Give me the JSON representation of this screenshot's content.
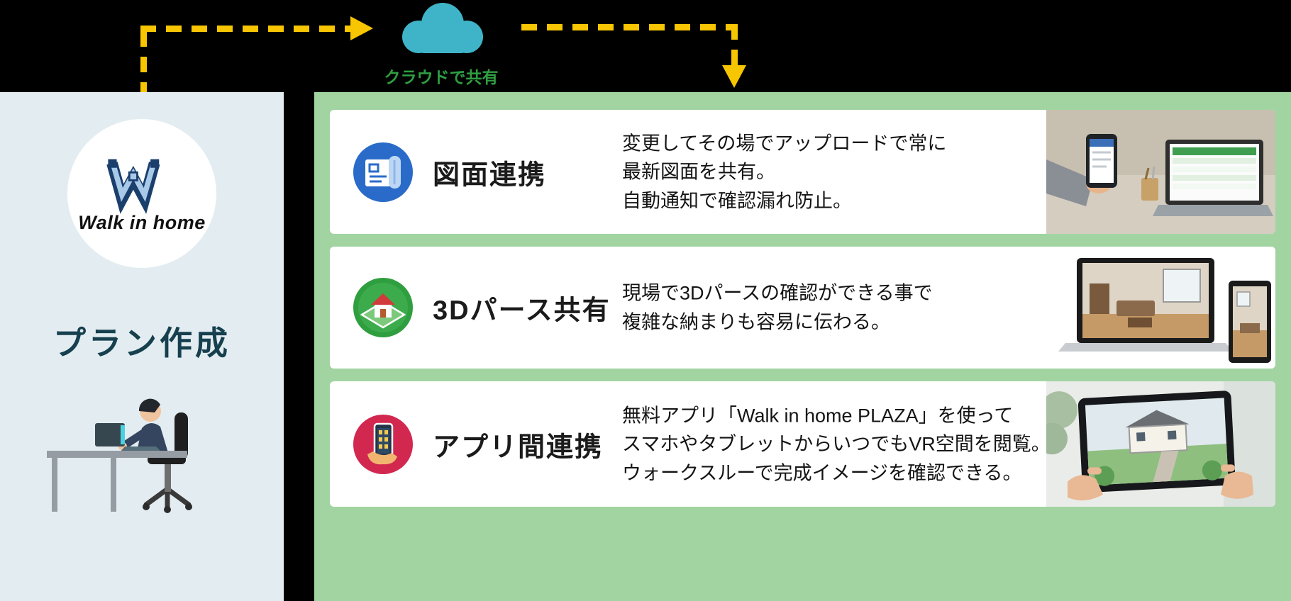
{
  "colors": {
    "background": "#000000",
    "left_panel_bg": "#e3edf1",
    "green_panel_bg": "#a2d4a2",
    "arrow_yellow": "#f7c600",
    "cloud_teal": "#3fb4c8",
    "cloud_label_green": "#2f9e41",
    "plan_title_navy": "#17404f",
    "icon_blue": "#2a6bc9",
    "icon_green": "#2f9e3f",
    "icon_red": "#d22850"
  },
  "cloud": {
    "icon": "cloud-icon",
    "label": "クラウドで共有"
  },
  "left_panel": {
    "logo": {
      "icon": "walk-in-home-logo",
      "brand": "Walk in home"
    },
    "title": "プラン作成",
    "illustration": "person-at-desk-illustration"
  },
  "features": [
    {
      "icon": "blueprint-icon",
      "title": "図面連携",
      "lines": [
        "変更してその場でアップロードで常に",
        "最新図面を共有。",
        "自動通知で確認漏れ防止。"
      ],
      "photo": "person-with-phone-and-tablet-photo"
    },
    {
      "icon": "house-3d-icon",
      "title": "3Dパース共有",
      "lines": [
        "現場で3Dパースの確認ができる事で",
        "複雑な納まりも容易に伝わる。"
      ],
      "photo": "laptop-and-tablet-3d-view-photo"
    },
    {
      "icon": "smartphone-hand-icon",
      "title": "アプリ間連携",
      "lines": [
        "無料アプリ「Walk in home PLAZA」を使って",
        "スマホやタブレットからいつでもVR空間を閲覧。",
        "ウォークスルーで完成イメージを確認できる。"
      ],
      "photo": "hands-holding-tablet-photo"
    }
  ]
}
